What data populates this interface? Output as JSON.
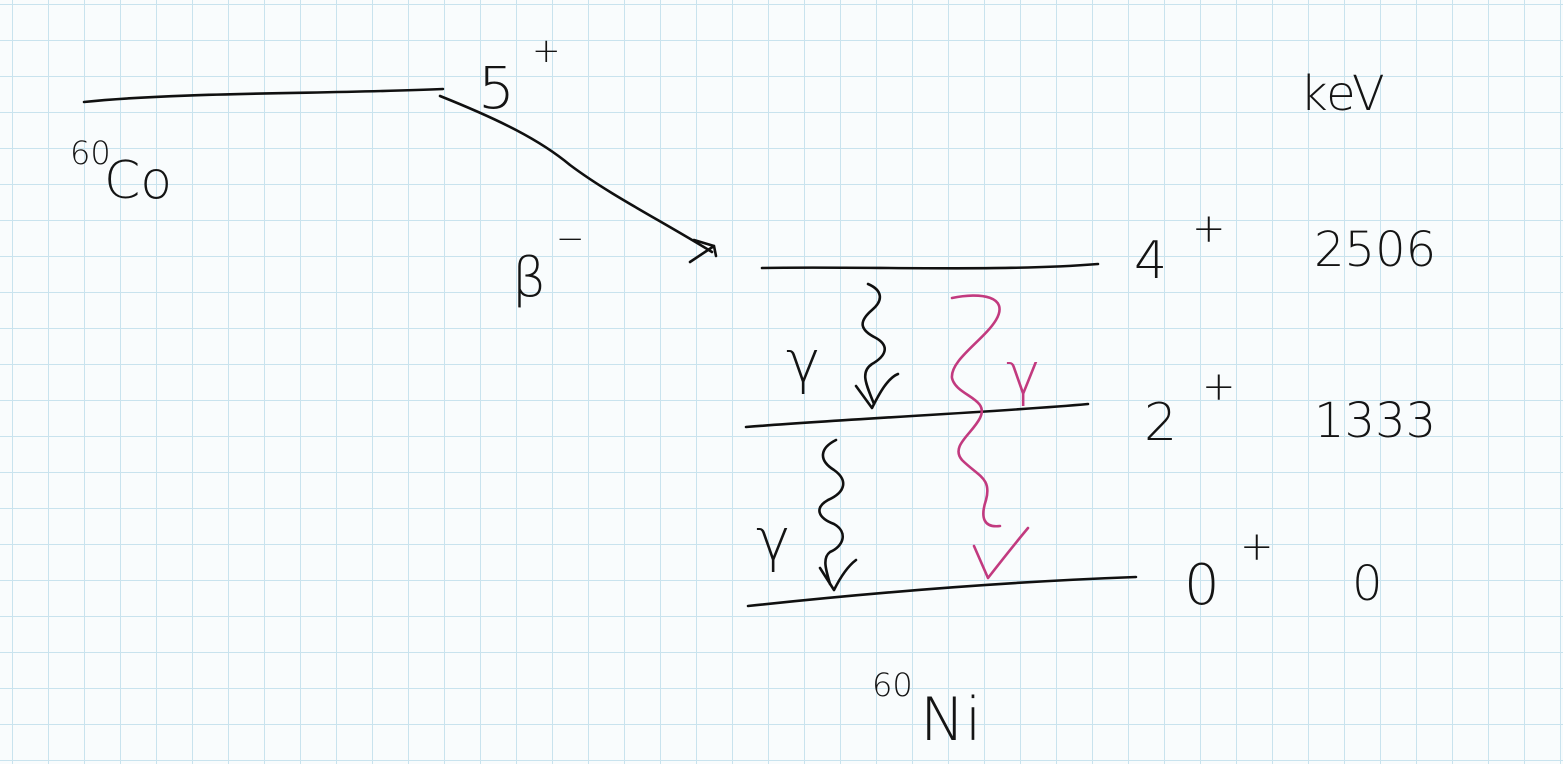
{
  "parent": {
    "nuclide": "Co",
    "mass_number": "60",
    "spin_parity": "5",
    "parity_sign": "+"
  },
  "decay": {
    "mode": "β",
    "mode_sign": "−"
  },
  "unit_label": "keV",
  "daughter": {
    "nuclide": "Ni",
    "mass_number": "60",
    "levels": [
      {
        "spin_parity": "4",
        "sign": "+",
        "energy": "2506"
      },
      {
        "spin_parity": "2",
        "sign": "+",
        "energy": "1333"
      },
      {
        "spin_parity": "0",
        "sign": "+",
        "energy": "0"
      }
    ]
  },
  "transitions": [
    {
      "label": "γ",
      "color": "#101010"
    },
    {
      "label": "γ",
      "color": "#c23a7f"
    },
    {
      "label": "γ",
      "color": "#101010"
    }
  ],
  "colors": {
    "ink": "#101010",
    "highlight": "#c23a7f",
    "grid": "#c9e3ee",
    "paper": "#f9fcfd"
  }
}
